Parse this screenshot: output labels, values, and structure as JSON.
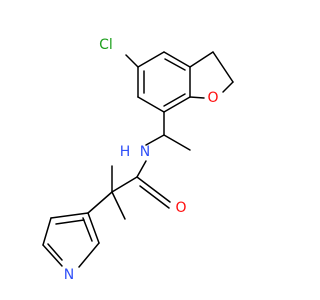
{
  "molecule": {
    "atoms": {
      "chlorine": {
        "label": "Cl",
        "color": "#1fa01f"
      },
      "ring_oxygen": {
        "label": "O",
        "color": "#ff0d0d"
      },
      "amide_nitrogen": {
        "label": "N",
        "color": "#3050f8"
      },
      "amide_hydrogen": {
        "label": "H",
        "color": "#3050f8"
      },
      "carbonyl_oxygen": {
        "label": "O",
        "color": "#ff0d0d"
      },
      "pyridine_nitrogen": {
        "label": "N",
        "color": "#3050f8"
      }
    },
    "bond_color": "#000000"
  }
}
